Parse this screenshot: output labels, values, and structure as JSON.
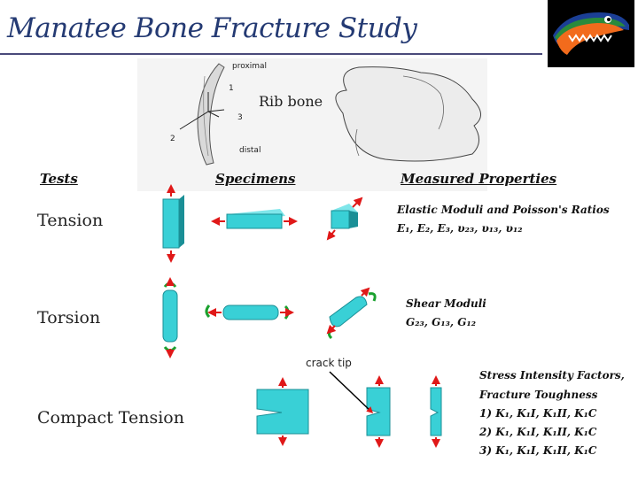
{
  "title": "Manatee Bone Fracture Study",
  "figure": {
    "rib_labels": {
      "proximal": "proximal",
      "distal": "distal",
      "axis1": "1",
      "axis2": "2",
      "axis3": "3",
      "rib_bone": "Rib bone"
    }
  },
  "headers": {
    "tests": "Tests",
    "specimens": "Specimens",
    "properties": "Measured Properties"
  },
  "tests": [
    {
      "name": "Tension",
      "property_title": "Elastic Moduli and Poisson's Ratios",
      "property_values": "E₁, E₂, E₃, υ₂₃, υ₁₃, υ₁₂"
    },
    {
      "name": "Torsion",
      "property_title": "Shear Moduli",
      "property_values": "G₂₃, G₁₃, G₁₂"
    },
    {
      "name": "Compact Tension",
      "property_lines": [
        "Stress Intensity Factors,",
        "Fracture Toughness",
        "1) K₁, K₁I, K₁II, K₁C",
        "2) K₁, K₁I, K₁II, K₁C",
        "3) K₁, K₁I, K₁II, K₁C"
      ]
    }
  ],
  "crack_tip_label": "crack tip",
  "colors": {
    "title": "#243a73",
    "specimen": "#39d0d6",
    "specimen_dark": "#1a8f96",
    "arrow": "#e01818",
    "twist": "#1aa12e",
    "logo_orange": "#f26b1c",
    "logo_blue": "#1b3f95"
  }
}
